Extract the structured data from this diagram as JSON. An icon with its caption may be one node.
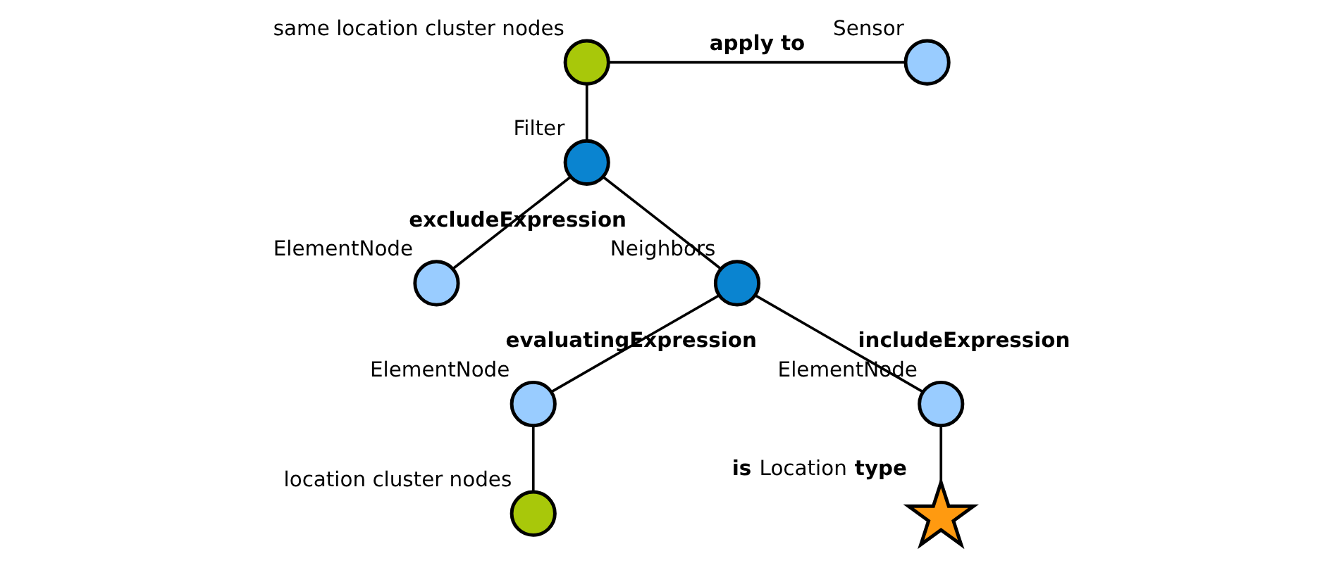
{
  "diagram": {
    "nodes": [
      {
        "text": [],
        "shape": "circle",
        "beside": [
          "same location cluster nodes"
        ]
      },
      {
        "text": [],
        "shape": "circle",
        "beside": [
          "Sensor"
        ]
      },
      {
        "text": [],
        "shape": "circle",
        "beside": [
          "Filter"
        ]
      },
      {
        "text": [],
        "shape": "circle",
        "beside": [
          "ElementNode"
        ]
      },
      {
        "text": [],
        "shape": "circle",
        "beside": [
          "Neighbors"
        ]
      },
      {
        "text": [],
        "shape": "circle",
        "beside": [
          "ElementNode"
        ]
      },
      {
        "text": [],
        "shape": "circle",
        "beside": [
          "ElementNode"
        ]
      },
      {
        "text": [],
        "shape": "circle",
        "beside": [
          "location cluster nodes"
        ]
      },
      {
        "text": [],
        "shape": "star",
        "beside": [
          "**is** Location **type**"
        ]
      }
    ],
    "edges": [
      {
        "from": 0,
        "to": 1,
        "arrow": "none",
        "label": "apply to"
      },
      {
        "from": 0,
        "to": 2,
        "arrow": "none"
      },
      {
        "from": 2,
        "to": 3,
        "arrow": "none",
        "label": "excludeExpression"
      },
      {
        "from": 2,
        "to": 4,
        "arrow": "none"
      },
      {
        "from": 4,
        "to": 5,
        "arrow": "none",
        "label": "evaluatingExpression"
      },
      {
        "from": 4,
        "to": 6,
        "arrow": "none",
        "label": "includeExpression"
      },
      {
        "from": 5,
        "to": 7,
        "arrow": "none"
      },
      {
        "from": 6,
        "to": 8,
        "arrow": "none"
      }
    ]
  }
}
